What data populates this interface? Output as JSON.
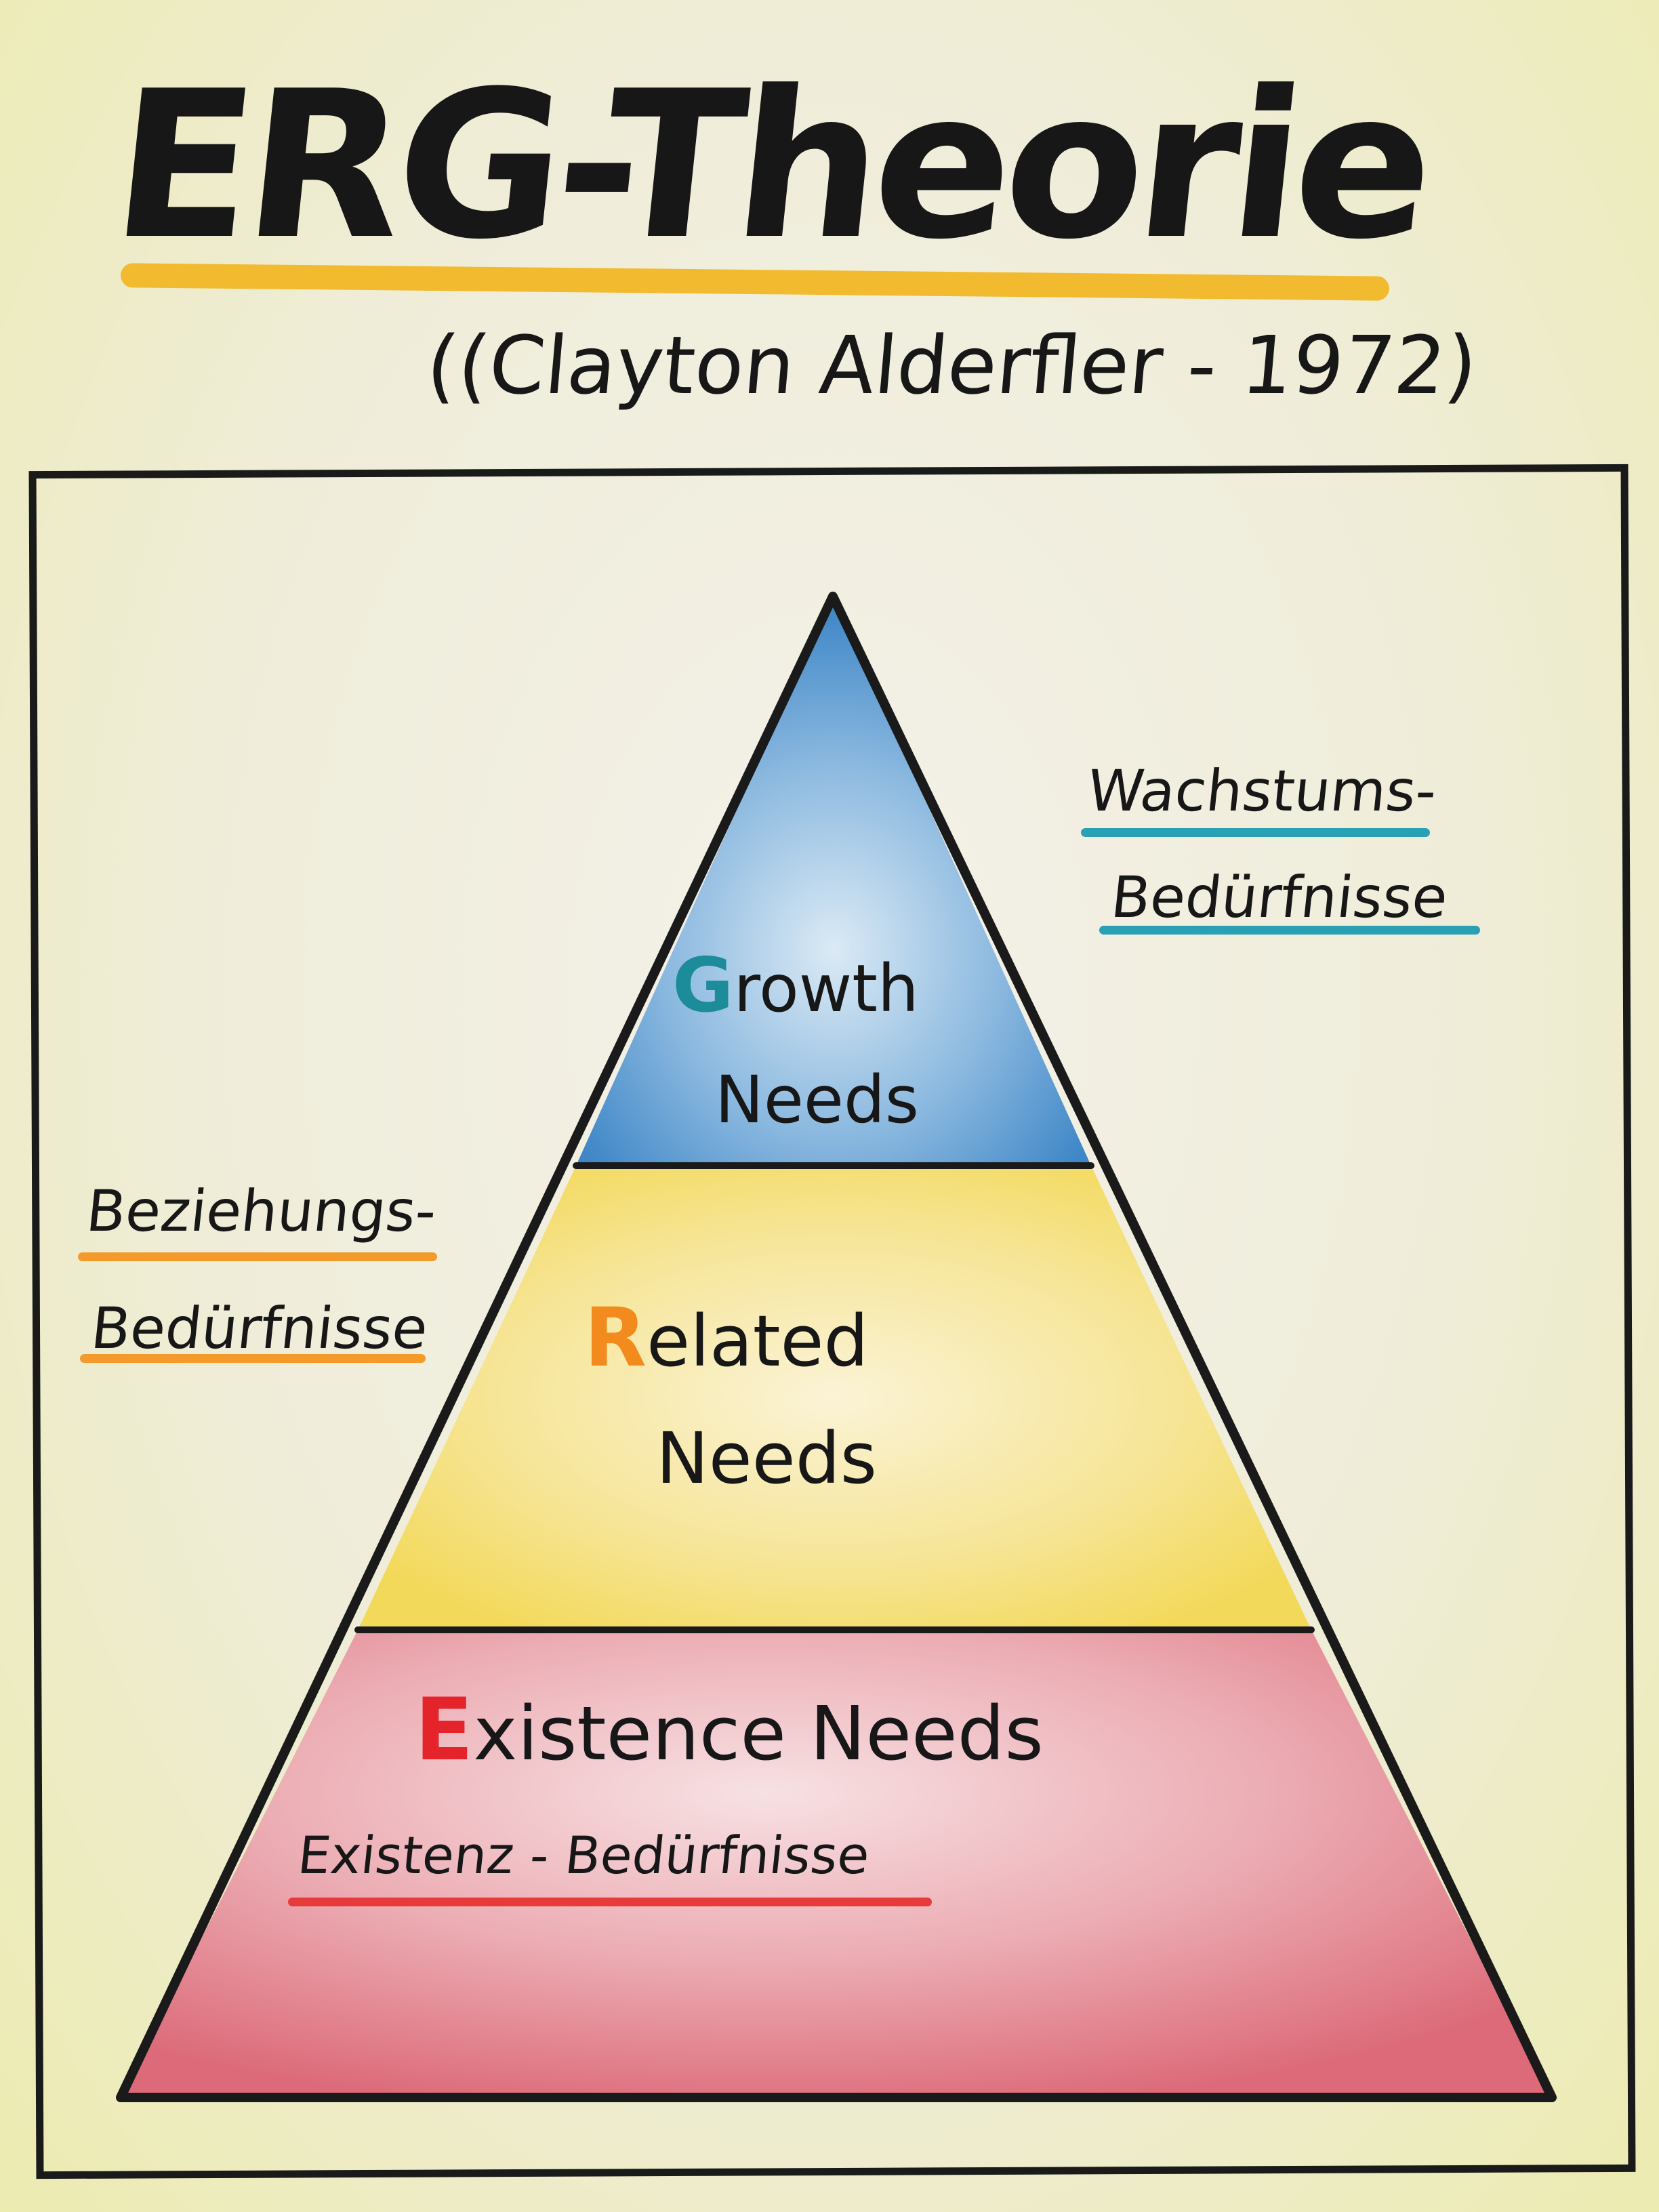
{
  "title": "ERG-Theorie",
  "subtitle": "((Clayton Alderfler - 1972)",
  "colors": {
    "title_underline": "#f2ba2e",
    "growth": "#3f87c7",
    "related": "#f3d95a",
    "existence": "#dc6a78",
    "growth_letter": "#1c8c9a",
    "related_letter": "#f28a1d",
    "existence_letter": "#e5232b",
    "growth_underline": "#2aa0b4",
    "related_underline": "#f39a2a",
    "existence_underline": "#e83a3a"
  },
  "pyramid": {
    "growth": {
      "initial": "G",
      "rest_line1": "rowth",
      "line2": "Needs"
    },
    "related": {
      "initial": "R",
      "rest_line1": "elated",
      "line2": "Needs"
    },
    "existence": {
      "initial": "E",
      "rest_line1": "xistence Needs",
      "german": "Existenz - Bedürfnisse"
    }
  },
  "side_labels": {
    "growth_line1": "Wachstums-",
    "growth_line2": "Bedürfnisse",
    "related_line1": "Beziehungs-",
    "related_line2": "Bedürfnisse"
  }
}
